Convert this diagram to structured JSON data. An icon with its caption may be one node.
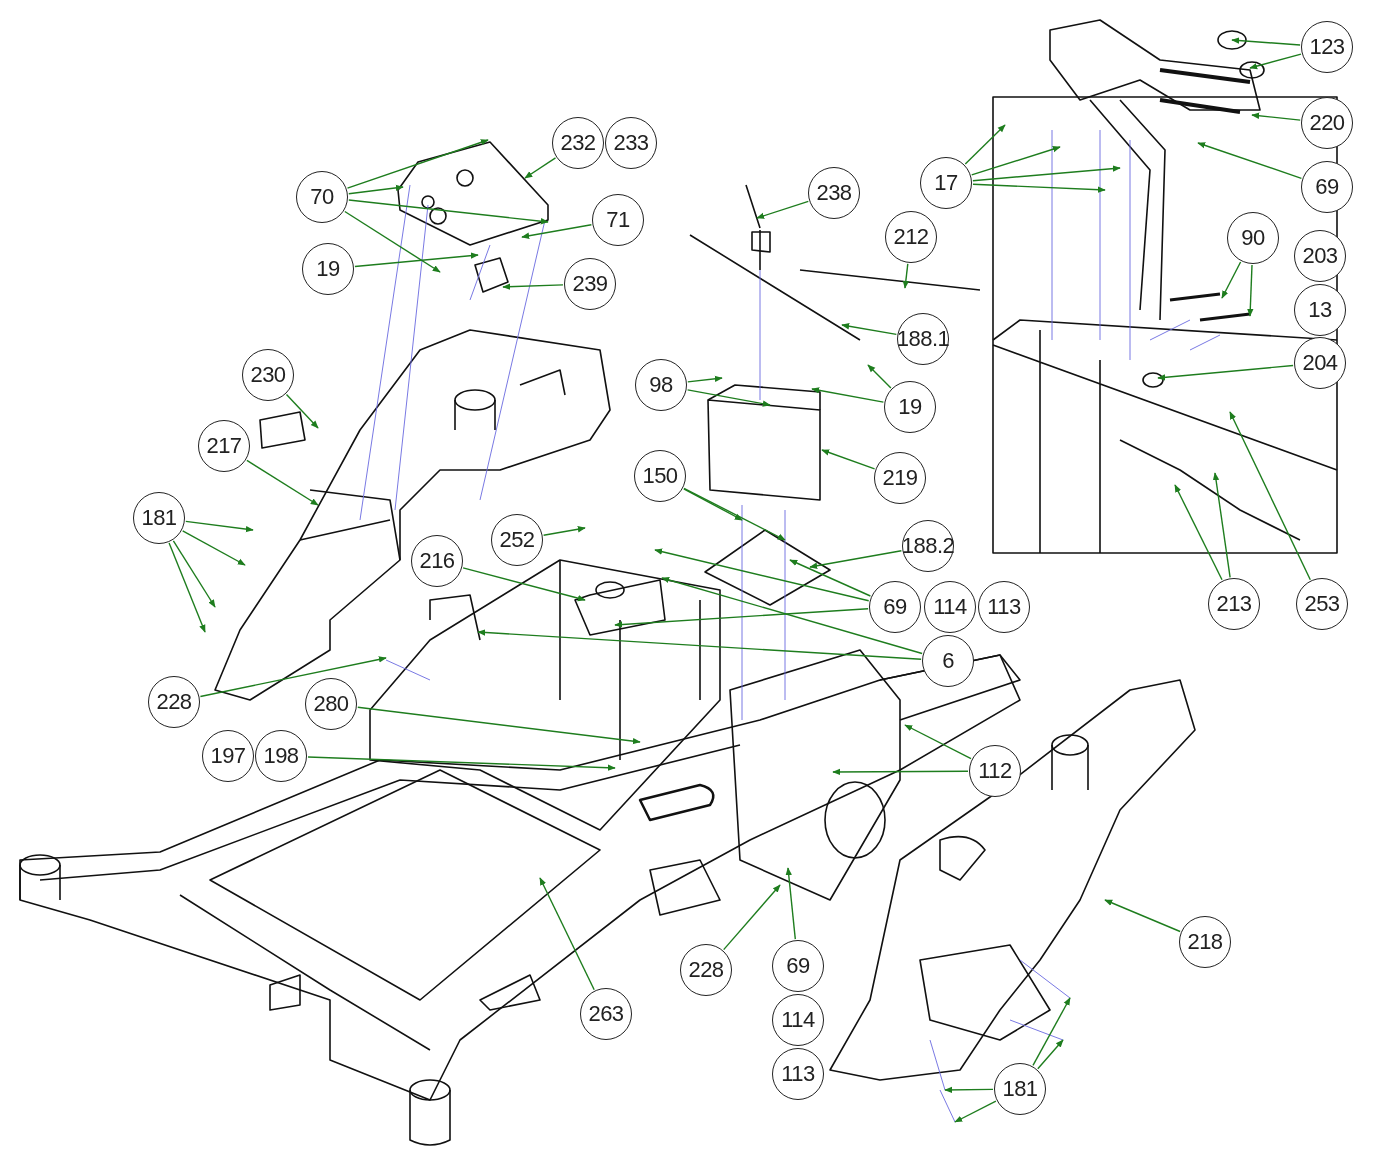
{
  "diagram": {
    "nodes": [
      {
        "text": [
          "123"
        ]
      },
      {
        "text": [
          "232"
        ]
      },
      {
        "text": [
          "233"
        ]
      },
      {
        "text": [
          "220"
        ]
      },
      {
        "text": [
          "17"
        ]
      },
      {
        "text": [
          "69"
        ]
      },
      {
        "text": [
          "70"
        ]
      },
      {
        "text": [
          "238"
        ]
      },
      {
        "text": [
          "71"
        ]
      },
      {
        "text": [
          "212"
        ]
      },
      {
        "text": [
          "90"
        ]
      },
      {
        "text": [
          "203"
        ]
      },
      {
        "text": [
          "19"
        ]
      },
      {
        "text": [
          "239"
        ]
      },
      {
        "text": [
          "13"
        ]
      },
      {
        "text": [
          "188.1"
        ]
      },
      {
        "text": [
          "204"
        ]
      },
      {
        "text": [
          "230"
        ]
      },
      {
        "text": [
          "98"
        ]
      },
      {
        "text": [
          "19"
        ]
      },
      {
        "text": [
          "217"
        ]
      },
      {
        "text": [
          "219"
        ]
      },
      {
        "text": [
          "150"
        ]
      },
      {
        "text": [
          "181"
        ]
      },
      {
        "text": [
          "252"
        ]
      },
      {
        "text": [
          "188.2"
        ]
      },
      {
        "text": [
          "216"
        ]
      },
      {
        "text": [
          "213"
        ]
      },
      {
        "text": [
          "253"
        ]
      },
      {
        "text": [
          "69"
        ]
      },
      {
        "text": [
          "114"
        ]
      },
      {
        "text": [
          "113"
        ]
      },
      {
        "text": [
          "6"
        ]
      },
      {
        "text": [
          "228"
        ]
      },
      {
        "text": [
          "280"
        ]
      },
      {
        "text": [
          "197"
        ]
      },
      {
        "text": [
          "198"
        ]
      },
      {
        "text": [
          "112"
        ]
      },
      {
        "text": [
          "218"
        ]
      },
      {
        "text": [
          "228"
        ]
      },
      {
        "text": [
          "69"
        ]
      },
      {
        "text": [
          "263"
        ]
      },
      {
        "text": [
          "114"
        ]
      },
      {
        "text": [
          "113"
        ]
      },
      {
        "text": [
          "181"
        ]
      }
    ],
    "edges": [
      {
        "from": 0,
        "to": null,
        "arrow": "to"
      },
      {
        "from": 0,
        "to": null,
        "arrow": "to"
      },
      {
        "from": 1,
        "to": null,
        "arrow": "to"
      },
      {
        "from": 3,
        "to": null,
        "arrow": "to"
      },
      {
        "from": 4,
        "to": null,
        "arrow": "to"
      },
      {
        "from": 4,
        "to": null,
        "arrow": "to"
      },
      {
        "from": 4,
        "to": null,
        "arrow": "to"
      },
      {
        "from": 4,
        "to": null,
        "arrow": "to"
      },
      {
        "from": 5,
        "to": null,
        "arrow": "to"
      },
      {
        "from": 6,
        "to": null,
        "arrow": "to"
      },
      {
        "from": 6,
        "to": null,
        "arrow": "to"
      },
      {
        "from": 6,
        "to": null,
        "arrow": "to"
      },
      {
        "from": 6,
        "to": null,
        "arrow": "to"
      },
      {
        "from": 7,
        "to": null,
        "arrow": "to"
      },
      {
        "from": 8,
        "to": null,
        "arrow": "to"
      },
      {
        "from": 9,
        "to": null,
        "arrow": "to"
      },
      {
        "from": 10,
        "to": null,
        "arrow": "to"
      },
      {
        "from": 10,
        "to": null,
        "arrow": "to"
      },
      {
        "from": 12,
        "to": null,
        "arrow": "to"
      },
      {
        "from": 13,
        "to": null,
        "arrow": "to"
      },
      {
        "from": 15,
        "to": null,
        "arrow": "to"
      },
      {
        "from": 16,
        "to": null,
        "arrow": "to"
      },
      {
        "from": 17,
        "to": null,
        "arrow": "to"
      },
      {
        "from": 18,
        "to": null,
        "arrow": "to"
      },
      {
        "from": 18,
        "to": null,
        "arrow": "to"
      },
      {
        "from": 19,
        "to": null,
        "arrow": "to"
      },
      {
        "from": 19,
        "to": null,
        "arrow": "to"
      },
      {
        "from": 20,
        "to": null,
        "arrow": "to"
      },
      {
        "from": 21,
        "to": null,
        "arrow": "to"
      },
      {
        "from": 22,
        "to": null,
        "arrow": "to"
      },
      {
        "from": 22,
        "to": null,
        "arrow": "to"
      },
      {
        "from": 23,
        "to": null,
        "arrow": "to"
      },
      {
        "from": 23,
        "to": null,
        "arrow": "to"
      },
      {
        "from": 23,
        "to": null,
        "arrow": "to"
      },
      {
        "from": 23,
        "to": null,
        "arrow": "to"
      },
      {
        "from": 24,
        "to": null,
        "arrow": "to"
      },
      {
        "from": 25,
        "to": null,
        "arrow": "to"
      },
      {
        "from": 26,
        "to": null,
        "arrow": "to"
      },
      {
        "from": 27,
        "to": null,
        "arrow": "to"
      },
      {
        "from": 27,
        "to": null,
        "arrow": "to"
      },
      {
        "from": 28,
        "to": null,
        "arrow": "to"
      },
      {
        "from": 29,
        "to": null,
        "arrow": "to"
      },
      {
        "from": 29,
        "to": null,
        "arrow": "to"
      },
      {
        "from": 29,
        "to": null,
        "arrow": "to"
      },
      {
        "from": 32,
        "to": null,
        "arrow": "to"
      },
      {
        "from": 32,
        "to": null,
        "arrow": "to"
      },
      {
        "from": 33,
        "to": null,
        "arrow": "to"
      },
      {
        "from": 34,
        "to": null,
        "arrow": "to"
      },
      {
        "from": 36,
        "to": null,
        "arrow": "to"
      },
      {
        "from": 37,
        "to": null,
        "arrow": "to"
      },
      {
        "from": 37,
        "to": null,
        "arrow": "to"
      },
      {
        "from": 38,
        "to": null,
        "arrow": "to"
      },
      {
        "from": 39,
        "to": null,
        "arrow": "to"
      },
      {
        "from": 40,
        "to": null,
        "arrow": "to"
      },
      {
        "from": 41,
        "to": null,
        "arrow": "to"
      },
      {
        "from": 44,
        "to": null,
        "arrow": "to"
      },
      {
        "from": 44,
        "to": null,
        "arrow": "to"
      },
      {
        "from": 44,
        "to": null,
        "arrow": "to"
      },
      {
        "from": 44,
        "to": null,
        "arrow": "to"
      }
    ]
  }
}
